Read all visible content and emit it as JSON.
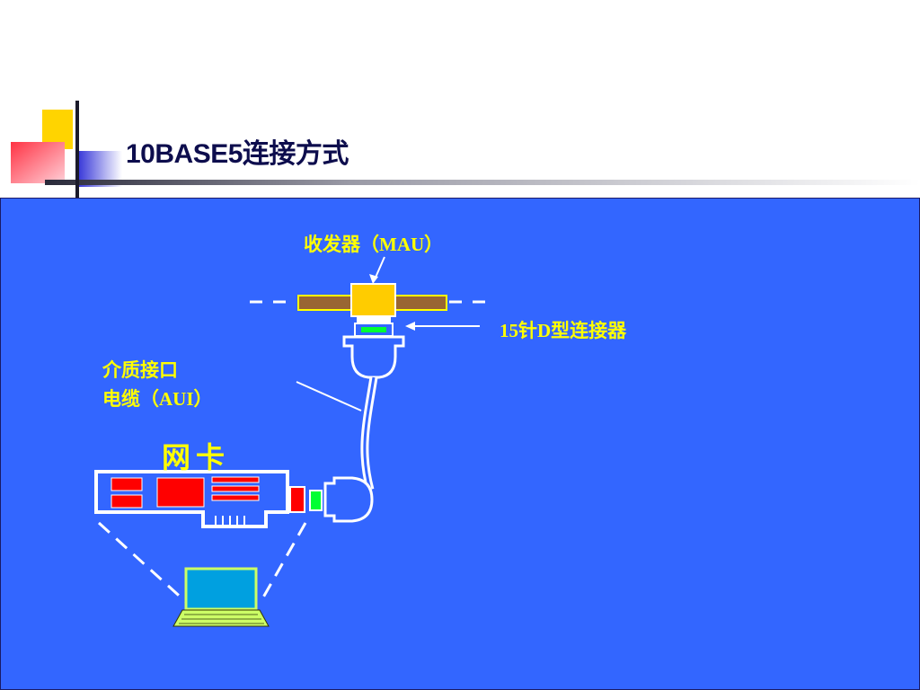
{
  "slide": {
    "title": "10BASE5连接方式"
  },
  "labels": {
    "transceiver": "收发器（MAU）",
    "d_connector": "15针D型连接器",
    "aui_cable_line1": "介质接口",
    "aui_cable_line2": "电缆（AUI）",
    "network_card": "网卡"
  },
  "colors": {
    "panel_background": "#3366FF",
    "label_text": "#FFFF00",
    "cable_coax": "#996633",
    "transceiver_body": "#FFCC00",
    "nic_chip": "#FF0000",
    "connector_pins": "#00FF33",
    "laptop_screen": "#00A0E0",
    "laptop_body": "#CCFF66"
  }
}
